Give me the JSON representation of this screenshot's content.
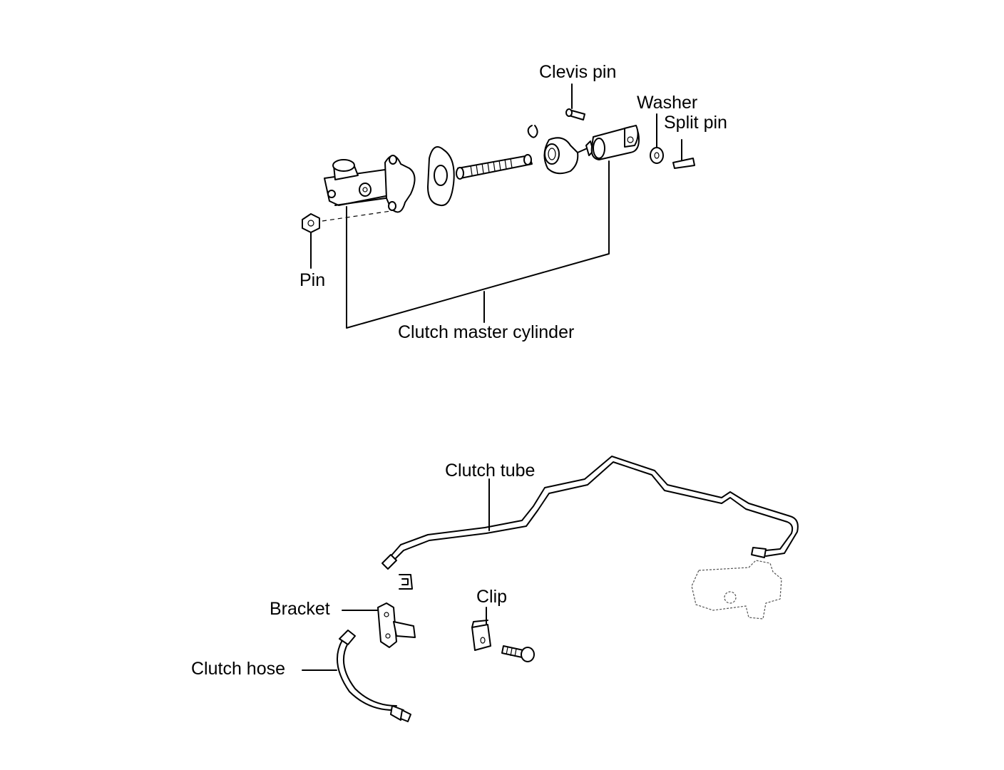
{
  "labels": {
    "clevis_pin": "Clevis pin",
    "washer": "Washer",
    "split_pin": "Split pin",
    "pin": "Pin",
    "clutch_master_cylinder": "Clutch master cylinder",
    "clutch_tube": "Clutch tube",
    "bracket": "Bracket",
    "clip": "Clip",
    "clutch_hose": "Clutch hose"
  }
}
